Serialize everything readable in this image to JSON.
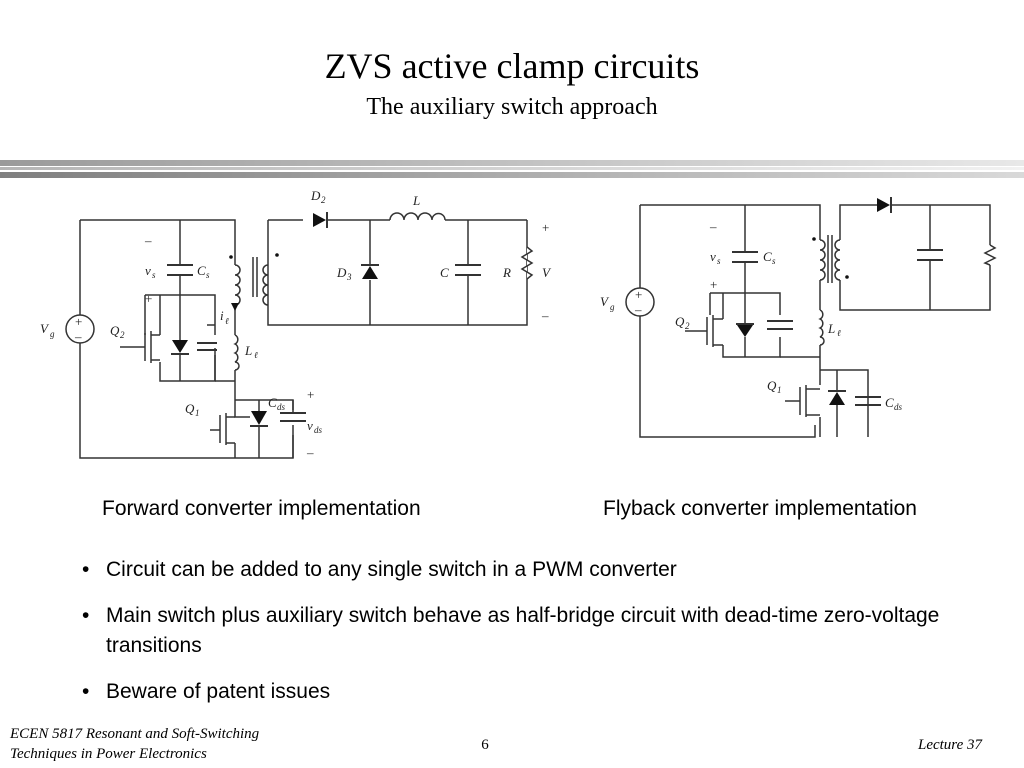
{
  "header": {
    "title": "ZVS active clamp circuits",
    "subtitle": "The auxiliary switch approach"
  },
  "figures": {
    "forward": {
      "caption": "Forward converter implementation",
      "labels": {
        "vg": "V",
        "vg_sub": "g",
        "vs": "v",
        "vs_sub": "s",
        "cs": "C",
        "cs_sub": "s",
        "q2": "Q",
        "q2_sub": "2",
        "q1": "Q",
        "q1_sub": "1",
        "il": "i",
        "il_sub": "ℓ",
        "ll": "L",
        "ll_sub": "ℓ",
        "cds": "C",
        "cds_sub": "ds",
        "vds": "v",
        "vds_sub": "ds",
        "d2": "D",
        "d2_sub": "2",
        "d3": "D",
        "d3_sub": "3",
        "l": "L",
        "c": "C",
        "r": "R",
        "v": "V",
        "plus": "+",
        "minus": "–"
      }
    },
    "flyback": {
      "caption": "Flyback converter implementation",
      "labels": {
        "vg": "V",
        "vg_sub": "g",
        "vs": "v",
        "vs_sub": "s",
        "cs": "C",
        "cs_sub": "s",
        "q2": "Q",
        "q2_sub": "2",
        "q1": "Q",
        "q1_sub": "1",
        "ll": "L",
        "ll_sub": "ℓ",
        "cds": "C",
        "cds_sub": "ds",
        "plus": "+",
        "minus": "–"
      }
    }
  },
  "bullets": [
    "Circuit can be added to any single switch in a PWM converter",
    "Main switch plus auxiliary switch behave as half-bridge circuit with dead-time zero-voltage transitions",
    "Beware of patent issues"
  ],
  "footer": {
    "course_line1": "ECEN 5817  Resonant and Soft-Switching",
    "course_line2": "Techniques in Power Electronics",
    "page": "6",
    "lecture": "Lecture 37"
  }
}
